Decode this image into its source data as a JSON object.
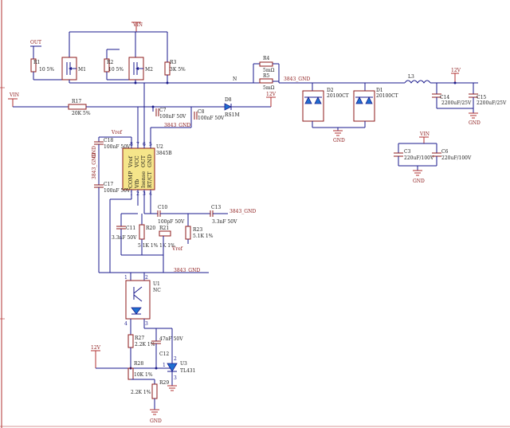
{
  "nets": {
    "vin_top": "VIN",
    "vin_left": "VIN",
    "vin_right": "VIN",
    "v12_top": "12V",
    "v12_right": "12V",
    "v12_bottom": "12V",
    "out": "OUT",
    "n": "N",
    "gnd_label_1": "3843_GND",
    "gnd_label_2": "3843_GND",
    "gnd_label_3": "3843_GND",
    "gnd_label_4": "3843_GND",
    "gnd_1": "GND",
    "gnd_2": "GND",
    "gnd_3": "GND",
    "gnd_4": "GND",
    "gnd_5": "GND",
    "vref_1": "Vref",
    "vref_2": "Vref"
  },
  "components": {
    "r1": {
      "ref": "R1",
      "val": "10 5%"
    },
    "r2": {
      "ref": "R2",
      "val": "10 5%"
    },
    "r3": {
      "ref": "R3",
      "val": "3K 5%"
    },
    "m1": {
      "ref": "M1"
    },
    "m2": {
      "ref": "M2"
    },
    "r4": {
      "ref": "R4",
      "val": "5mΩ"
    },
    "r5": {
      "ref": "R5",
      "val": "5mΩ"
    },
    "r17": {
      "ref": "R17",
      "val": "20K 5%"
    },
    "c7": {
      "ref": "C7",
      "val": "100nF 50V"
    },
    "c8": {
      "ref": "C8",
      "val": "100nF 50V"
    },
    "d8": {
      "ref": "D8",
      "val": "RS1M"
    },
    "d2": {
      "ref": "D2",
      "val": "20100CT"
    },
    "d1": {
      "ref": "D1",
      "val": "20100CT"
    },
    "l3": {
      "ref": "L3"
    },
    "c14": {
      "ref": "C14",
      "val": "2200uF/25V"
    },
    "c15": {
      "ref": "C15",
      "val": "2200uF/25V"
    },
    "c3": {
      "ref": "C3",
      "val": "220uF/100V"
    },
    "c6": {
      "ref": "C6",
      "val": "220uF/100V"
    },
    "c18": {
      "ref": "C18",
      "val": "100nF 50V"
    },
    "c17": {
      "ref": "C17",
      "val": "100nF 50V"
    },
    "u2": {
      "ref": "U2",
      "val": "3845B"
    },
    "c10": {
      "ref": "C10",
      "val": "100pF 50V"
    },
    "c13": {
      "ref": "C13",
      "val": "3.3nF 50V"
    },
    "c11": {
      "ref": "C11",
      "val": "3.3nF 50V"
    },
    "r20": {
      "ref": "R20",
      "val": "5.1K 1%"
    },
    "r21": {
      "ref": "R21",
      "val": "1K 1%"
    },
    "r23": {
      "ref": "R23",
      "val": "5.1K 1%"
    },
    "u1": {
      "ref": "U1",
      "val": "NC"
    },
    "r27": {
      "ref": "R27",
      "val": "2.2K 1%"
    },
    "c12": {
      "ref": "C12",
      "val": "47nF 50V"
    },
    "r28": {
      "ref": "R28",
      "val": "10K 1%"
    },
    "r29": {
      "ref": "R29",
      "val": "2.2K 1%"
    },
    "u3": {
      "ref": "U3",
      "val": "TL431"
    }
  },
  "ic_pins": {
    "left": [
      "COMP",
      "Vfb",
      "Isense",
      "RT/CT"
    ],
    "right": [
      "Vref",
      "VCC",
      "OUT",
      "GND"
    ],
    "nums_left": [
      "1",
      "2",
      "3",
      "4"
    ],
    "nums_right": [
      "8",
      "7",
      "6",
      "5"
    ]
  },
  "pin_numbers": {
    "u1": [
      "1",
      "2",
      "4",
      "3"
    ],
    "u3": [
      "1",
      "2",
      "3"
    ]
  }
}
